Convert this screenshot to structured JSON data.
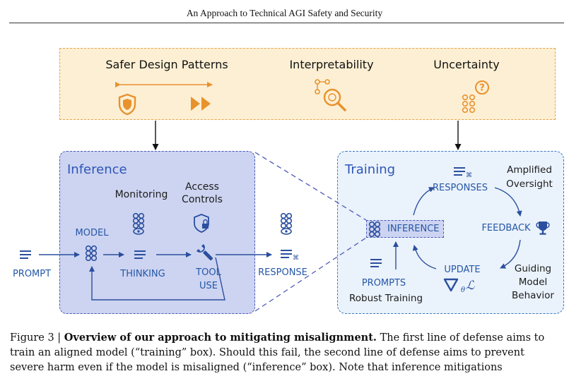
{
  "header": {
    "running_title": "An Approach to Technical AGI Safety and Security"
  },
  "top_panel": {
    "safer_design": "Safer Design Patterns",
    "interpretability": "Interpretability",
    "uncertainty": "Uncertainty"
  },
  "inference_panel": {
    "title": "Inference",
    "monitoring": "Monitoring",
    "access_controls_1": "Access",
    "access_controls_2": "Controls",
    "model": "MODEL",
    "thinking": "THINKING",
    "tool_use_1": "TOOL",
    "tool_use_2": "USE"
  },
  "outside": {
    "prompt": "PROMPT",
    "response": "RESPONSE"
  },
  "training_panel": {
    "title": "Training",
    "responses": "RESPONSES",
    "amplified_1": "Amplified",
    "amplified_2": "Oversight",
    "inference": "INFERENCE",
    "feedback": "FEEDBACK",
    "prompts": "PROMPTS",
    "robust_training": "Robust Training",
    "update": "UPDATE",
    "guiding_1": "Guiding",
    "guiding_2": "Model",
    "guiding_3": "Behavior"
  },
  "caption": {
    "prefix": "Figure 3 | ",
    "bold": "Overview of our approach to mitigating misalignment.",
    "line1_rest": " The first line of defense aims to",
    "line2": "train an aligned model (“training” box). Should this fail, the second line of defense aims to prevent",
    "line3": "severe harm even if the model is misaligned (“inference” box).  Note that inference mitigations"
  },
  "colors": {
    "orange_icon": "#e8922e",
    "blue_icon": "#2b4f9e",
    "inference_fill": "#cdd4f1",
    "training_fill": "#eaf2fb",
    "top_fill": "#fdefd3"
  }
}
